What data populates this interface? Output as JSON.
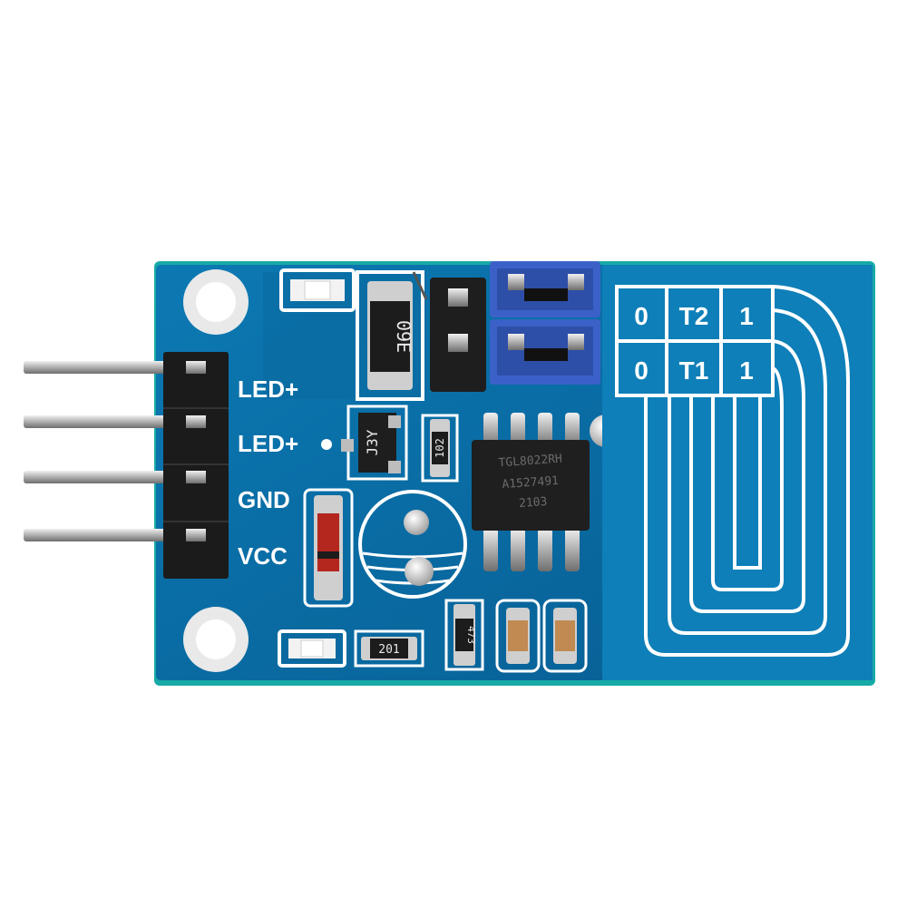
{
  "board": {
    "pin_labels": [
      "LED+",
      "LED+",
      "GND",
      "VCC"
    ],
    "jumper_table": {
      "row_top": [
        "0",
        "T2",
        "1"
      ],
      "row_bottom": [
        "0",
        "T1",
        "1"
      ]
    },
    "resistor_large": "09E",
    "transistor": "J3Y",
    "resistor_small_right": "102",
    "resistor_bottom": "201",
    "resistor_bottom_2": "473",
    "chip_lines": [
      "TGL8022RH",
      "A1527491",
      "2103"
    ]
  },
  "colors": {
    "pcb": "#0a6fa6",
    "pcb_edge": "#17aaa6",
    "silkscreen": "#ffffff",
    "header_plastic": "#1b1b1b",
    "jumper": "#3b61c9",
    "pin_metal": "#c8c8c8"
  }
}
